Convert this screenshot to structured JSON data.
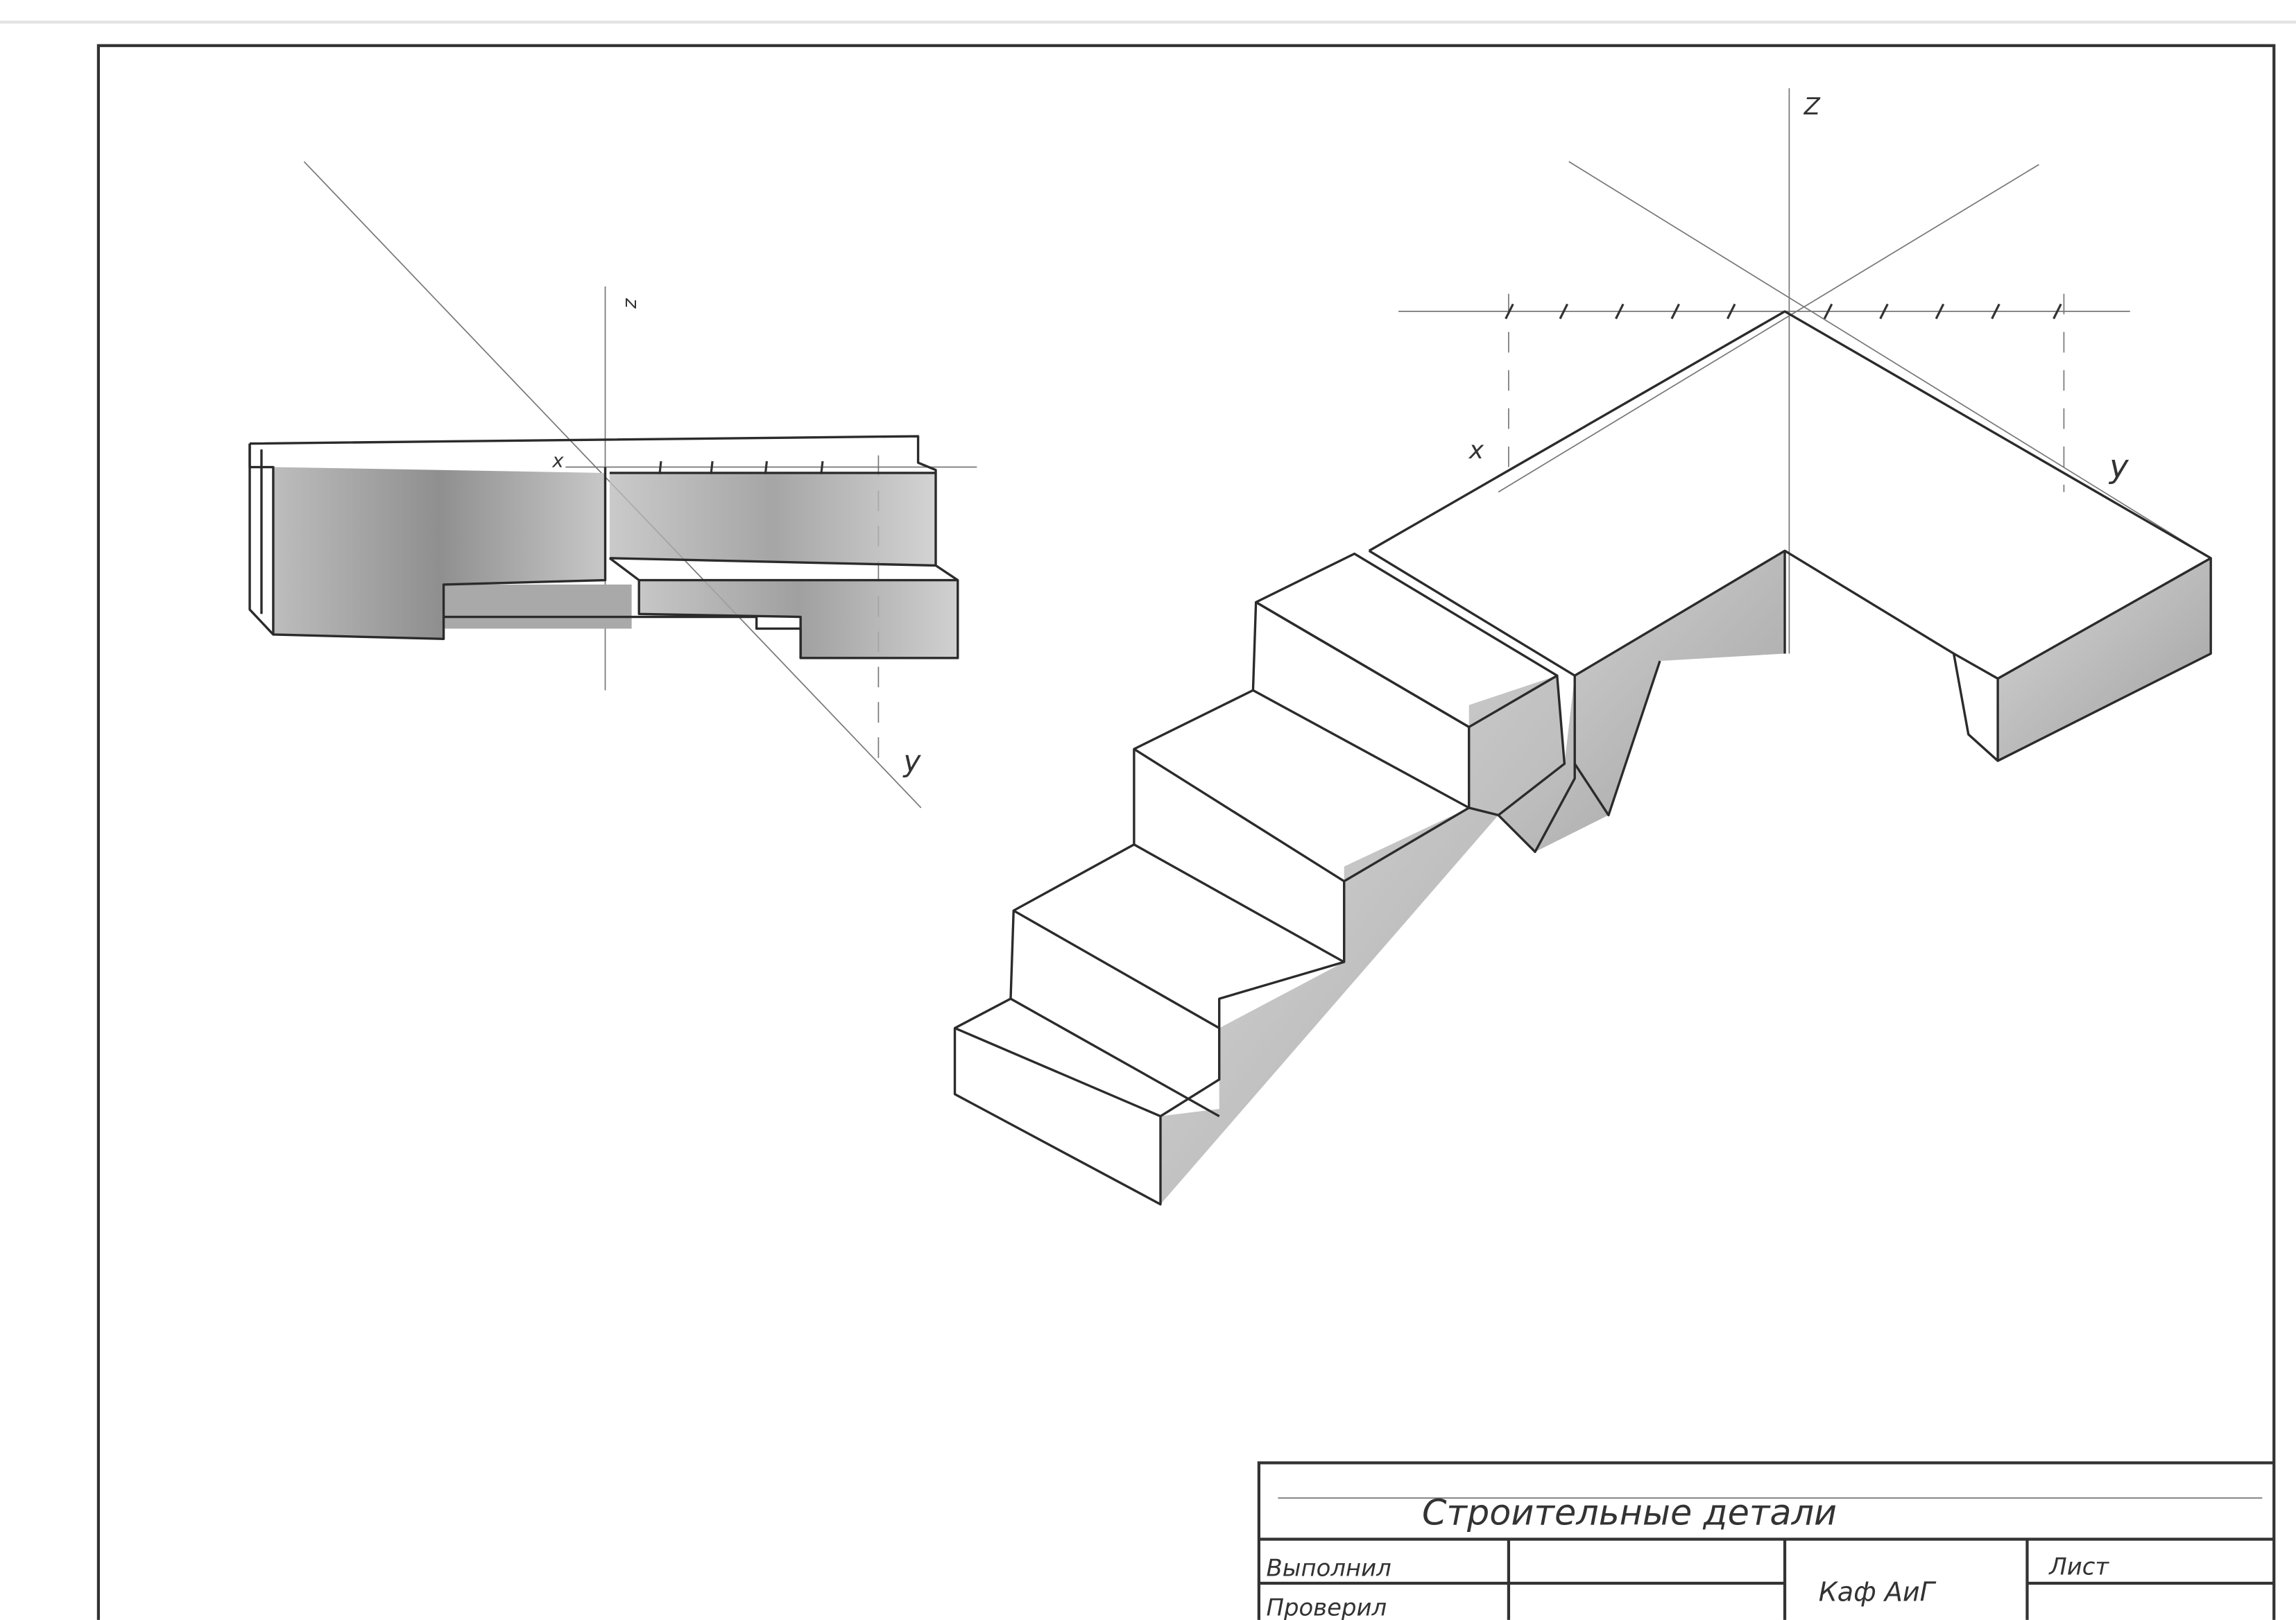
{
  "drawing": {
    "title": "Строительные детали",
    "left_view_axes": {
      "x": "x",
      "y": "y",
      "z": "z"
    },
    "right_view_axes": {
      "x": "x",
      "y": "y",
      "z": "Z"
    }
  },
  "title_block": {
    "name": "Строительные детали",
    "performed_label": "Выполнил",
    "checked_label": "Проверил",
    "department": "Каф АиГ",
    "sheet_label": "Лист"
  },
  "colors": {
    "line": "#2b2b2b",
    "shade": "#9a9a9a",
    "paper": "#ffffff"
  }
}
